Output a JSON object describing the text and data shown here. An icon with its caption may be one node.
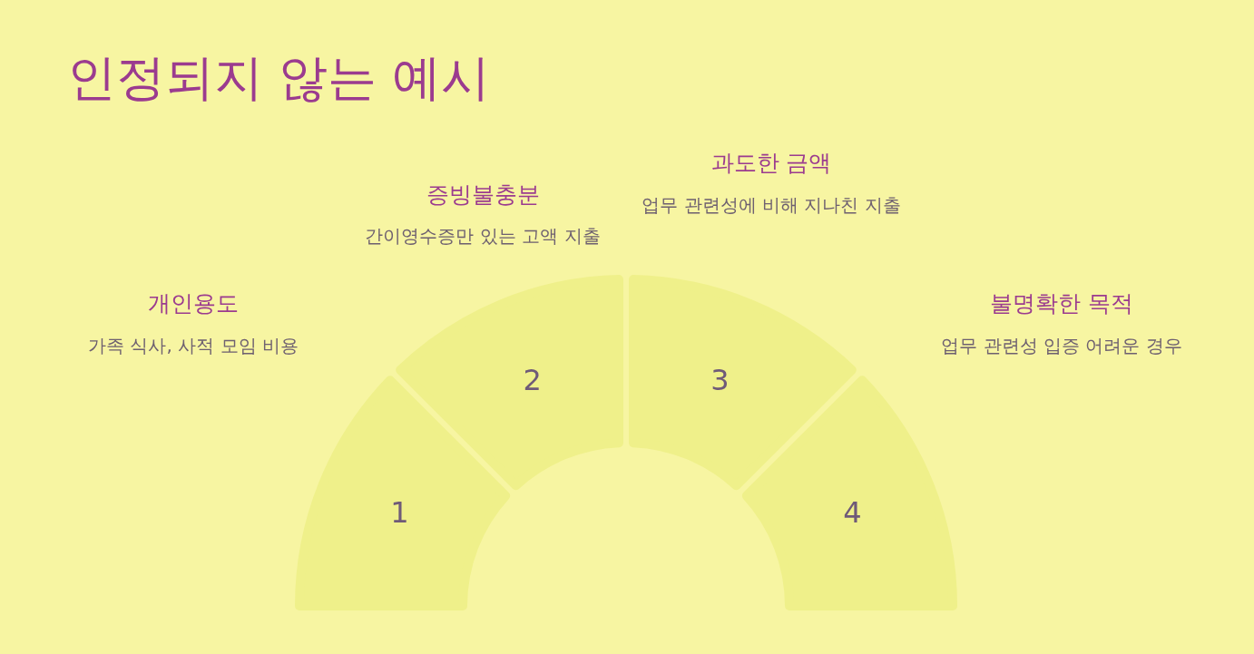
{
  "diagram": {
    "title": "인정되지 않는 예시",
    "nodes": [
      {
        "text": [
          "1"
        ],
        "beside": [
          "개인용도",
          "가족 식사, 사적 모임 비용"
        ]
      },
      {
        "text": [
          "2"
        ],
        "beside": [
          "증빙불충분",
          "간이영수증만 있는 고액 지출"
        ]
      },
      {
        "text": [
          "3"
        ],
        "beside": [
          "과도한 금액",
          "업무 관련성에 비해 지나친 지출"
        ]
      },
      {
        "text": [
          "4"
        ],
        "beside": [
          "불명확한 목적",
          "업무 관련성 입증 어려운 경우"
        ]
      }
    ]
  }
}
